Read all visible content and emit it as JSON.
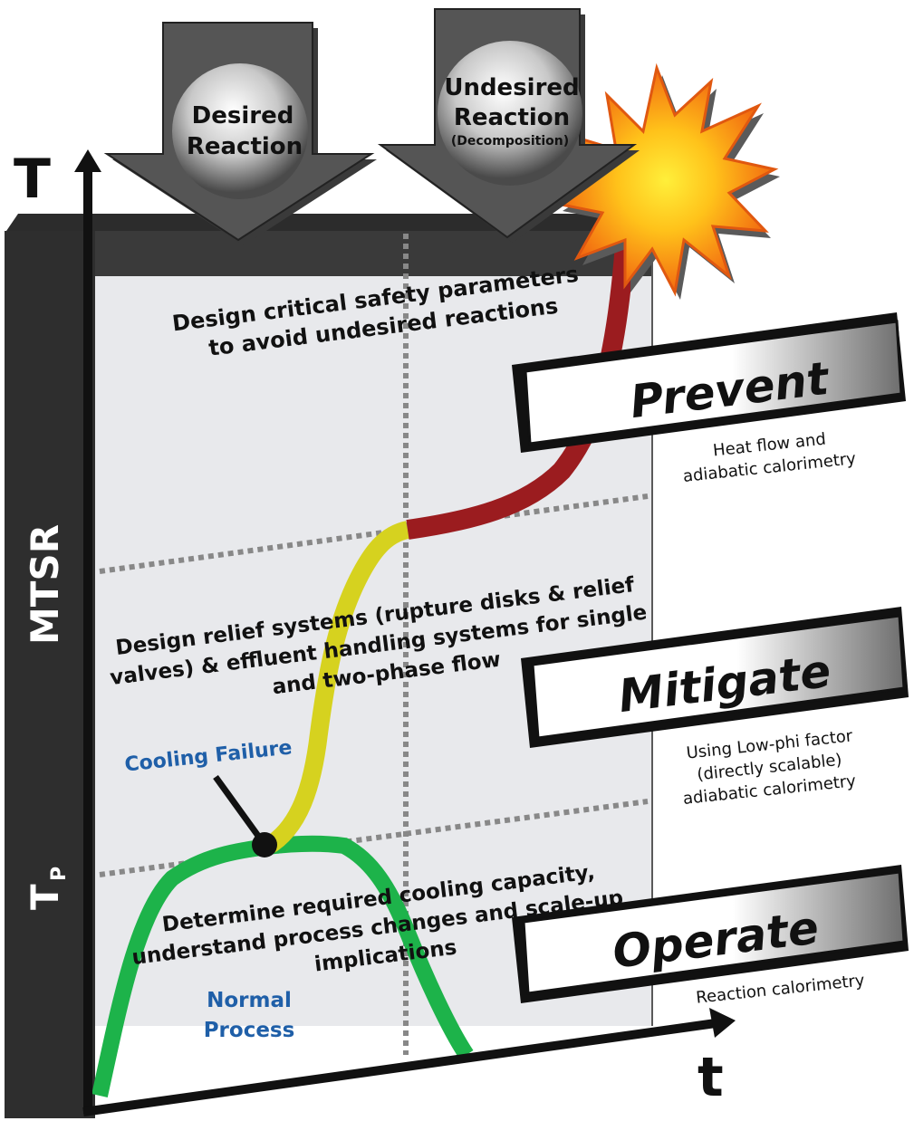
{
  "axes": {
    "y_label": "T",
    "x_label": "t",
    "y_level_mtsr": "MTSR",
    "y_level_tp_main": "T",
    "y_level_tp_sub": "P"
  },
  "arrows": {
    "desired": [
      "Desired",
      "Reaction"
    ],
    "undesired": [
      "Undesired",
      "Reaction"
    ],
    "undesired_sub": "(Decomposition)"
  },
  "zones": {
    "top_text": [
      "Design critical safety parameters",
      "to avoid undesired reactions"
    ],
    "middle_text": [
      "Design relief systems (rupture disks & relief",
      "valves) & effluent handling systems for single",
      "and two-phase flow"
    ],
    "bottom_text": [
      "Determine required cooling capacity,",
      "understand process changes and scale-up",
      "implications"
    ]
  },
  "annotations": {
    "cooling_failure": "Cooling Failure",
    "normal_process": [
      "Normal",
      "Process"
    ]
  },
  "phases": [
    {
      "label": "Prevent",
      "note": [
        "Heat flow and",
        "adiabatic calorimetry"
      ]
    },
    {
      "label": "Mitigate",
      "note": [
        "Using Low-phi factor",
        "(directly scalable)",
        "adiabatic calorimetry"
      ]
    },
    {
      "label": "Operate",
      "note": [
        "Reaction calorimetry"
      ]
    }
  ],
  "colors": {
    "panel": "#e8e9ec",
    "panel_dark": "#333333",
    "normal_curve": "#1db34a",
    "runaway_curve": "#d6d21f",
    "decomposition_curve": "#9b1c1f",
    "annotation_blue": "#1f5fa8"
  }
}
